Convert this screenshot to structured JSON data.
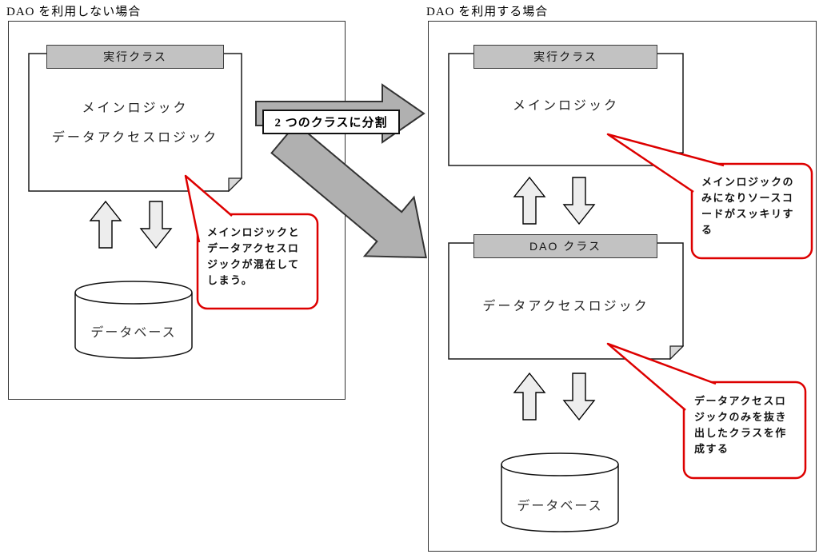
{
  "left_panel": {
    "title": "DAO を利用しない場合",
    "exec_class": {
      "header": "実行クラス",
      "line1": "メインロジック",
      "line2": "データアクセスロジック"
    },
    "database_label": "データベース",
    "callout": "メインロジックと\nデータアクセスロ\nジックが混在して\nしまう。"
  },
  "center": {
    "split_label": "2 つのクラスに分割"
  },
  "right_panel": {
    "title": "DAO を利用する場合",
    "exec_class": {
      "header": "実行クラス",
      "body": "メインロジック"
    },
    "dao_class": {
      "header": "DAO クラス",
      "body": "データアクセスロジック"
    },
    "database_label": "データベース",
    "callout_exec": "メインロジックの\nみになりソースコ\nードがスッキリす\nる",
    "callout_dao": "データアクセスロ\nジックのみを抜き\n出したクラスを作\n成する"
  },
  "colors": {
    "callout_border": "#dd0000",
    "tab_fill": "#c2c2c2",
    "big_arrow_fill": "#b0b0b0",
    "small_arrow_fill": "#ededed"
  }
}
